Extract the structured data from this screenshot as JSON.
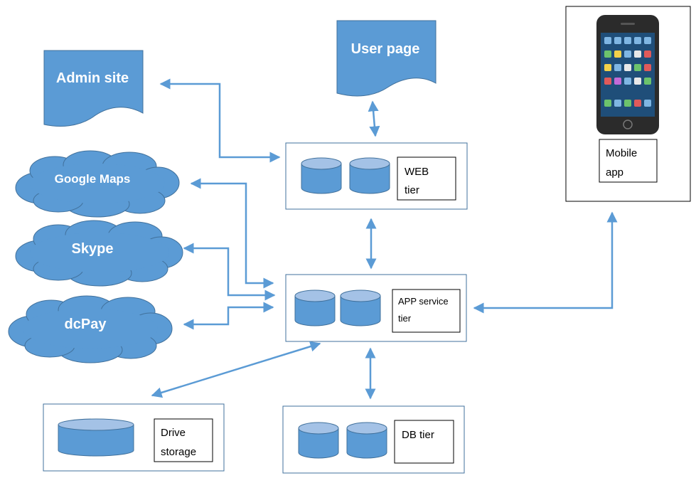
{
  "documents": {
    "admin_site": "Admin site",
    "user_page": "User page"
  },
  "clouds": {
    "google_maps": "Google Maps",
    "skype": "Skype",
    "dcpay": "dcPay"
  },
  "tiers": {
    "web": [
      "WEB",
      "tier"
    ],
    "app": [
      "APP service",
      "tier"
    ],
    "db": "DB tier",
    "drive": [
      "Drive",
      "storage"
    ]
  },
  "mobile": [
    "Mobile",
    "app"
  ],
  "colors": {
    "shape_fill": "#5b9bd5",
    "shape_stroke": "#41719c",
    "cylinder_top": "#a4c2e6",
    "box_border": "#41719c",
    "arrow": "#5b9bd5",
    "phone_body": "#2b2b2b",
    "phone_screen": "#1f4e79"
  },
  "icons": [
    "smartphone-icon"
  ]
}
